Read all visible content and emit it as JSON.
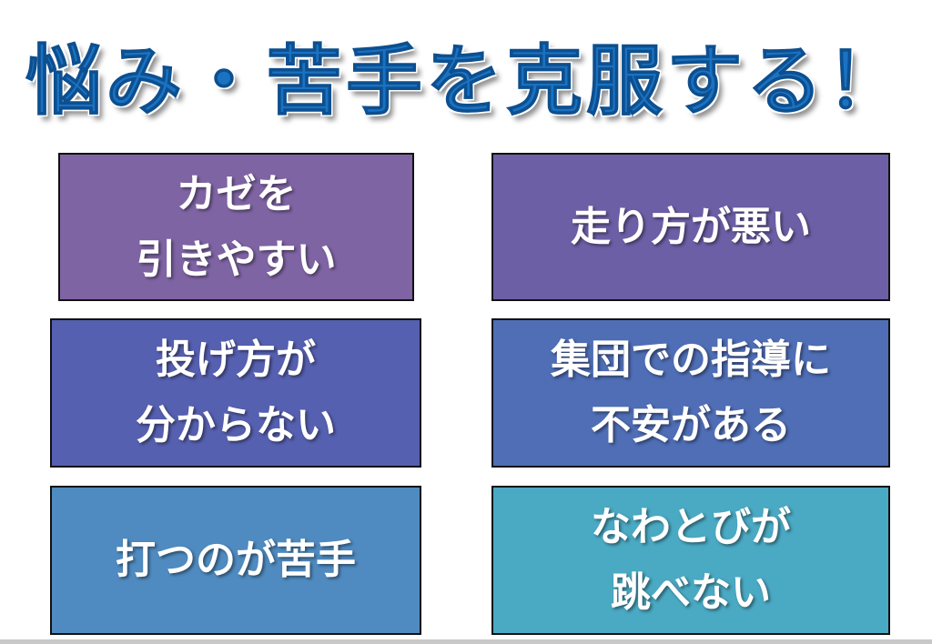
{
  "title": "悩み・苦手を克服する！",
  "cards": [
    {
      "lines": [
        "カゼを",
        "引きやすい"
      ],
      "color": "#7f64a4"
    },
    {
      "lines": [
        "走り方が悪い"
      ],
      "color": "#6d5fa6"
    },
    {
      "lines": [
        "投げ方が",
        "分からない"
      ],
      "color": "#5660b0"
    },
    {
      "lines": [
        "集団での指導に",
        "不安がある"
      ],
      "color": "#4f6eb6"
    },
    {
      "lines": [
        "打つのが苦手"
      ],
      "color": "#4f8bc0"
    },
    {
      "lines": [
        "なわとびが",
        "跳べない"
      ],
      "color": "#4aa9c3"
    }
  ]
}
